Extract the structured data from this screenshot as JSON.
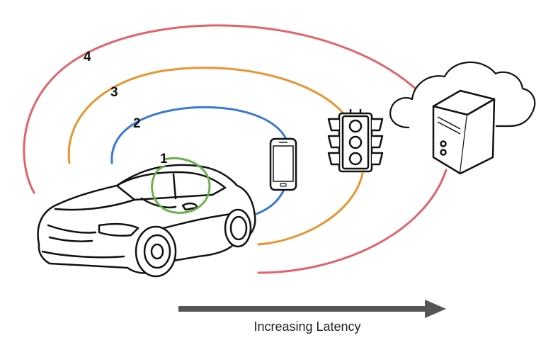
{
  "rings": [
    {
      "label": "1",
      "color": "#6ab04c"
    },
    {
      "label": "2",
      "color": "#3a78d8"
    },
    {
      "label": "3",
      "color": "#e8952f"
    },
    {
      "label": "4",
      "color": "#e0636a"
    }
  ],
  "arrow": {
    "label": "Increasing Latency",
    "color": "#555555"
  },
  "icons": [
    "car-icon",
    "smartphone-icon",
    "traffic-light-icon",
    "cloud-icon",
    "server-icon"
  ]
}
